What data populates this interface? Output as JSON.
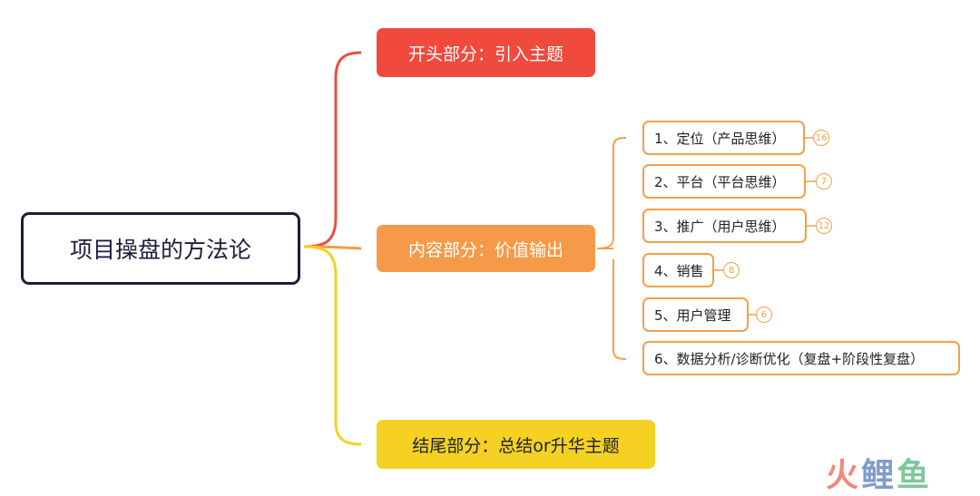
{
  "root": {
    "label": "项目操盘的方法论"
  },
  "branches": [
    {
      "label": "开头部分：引入主题",
      "color": "#f04a3d"
    },
    {
      "label": "内容部分：价值输出",
      "color": "#f59a48"
    },
    {
      "label": "结尾部分：总结or升华主题",
      "color": "#f4d123"
    }
  ],
  "leaves": [
    {
      "label": "1、定位（产品思维）",
      "count": "16"
    },
    {
      "label": "2、平台（平台思维）",
      "count": "7"
    },
    {
      "label": "3、推广（用户思维）",
      "count": "12"
    },
    {
      "label": "4、销售",
      "count": "8"
    },
    {
      "label": "5、用户管理",
      "count": "6"
    },
    {
      "label": "6、数据分析/诊断优化（复盘+阶段性复盘）",
      "count": ""
    }
  ],
  "watermark": {
    "part1": "火",
    "part2": "鲤",
    "part3": "鱼"
  }
}
